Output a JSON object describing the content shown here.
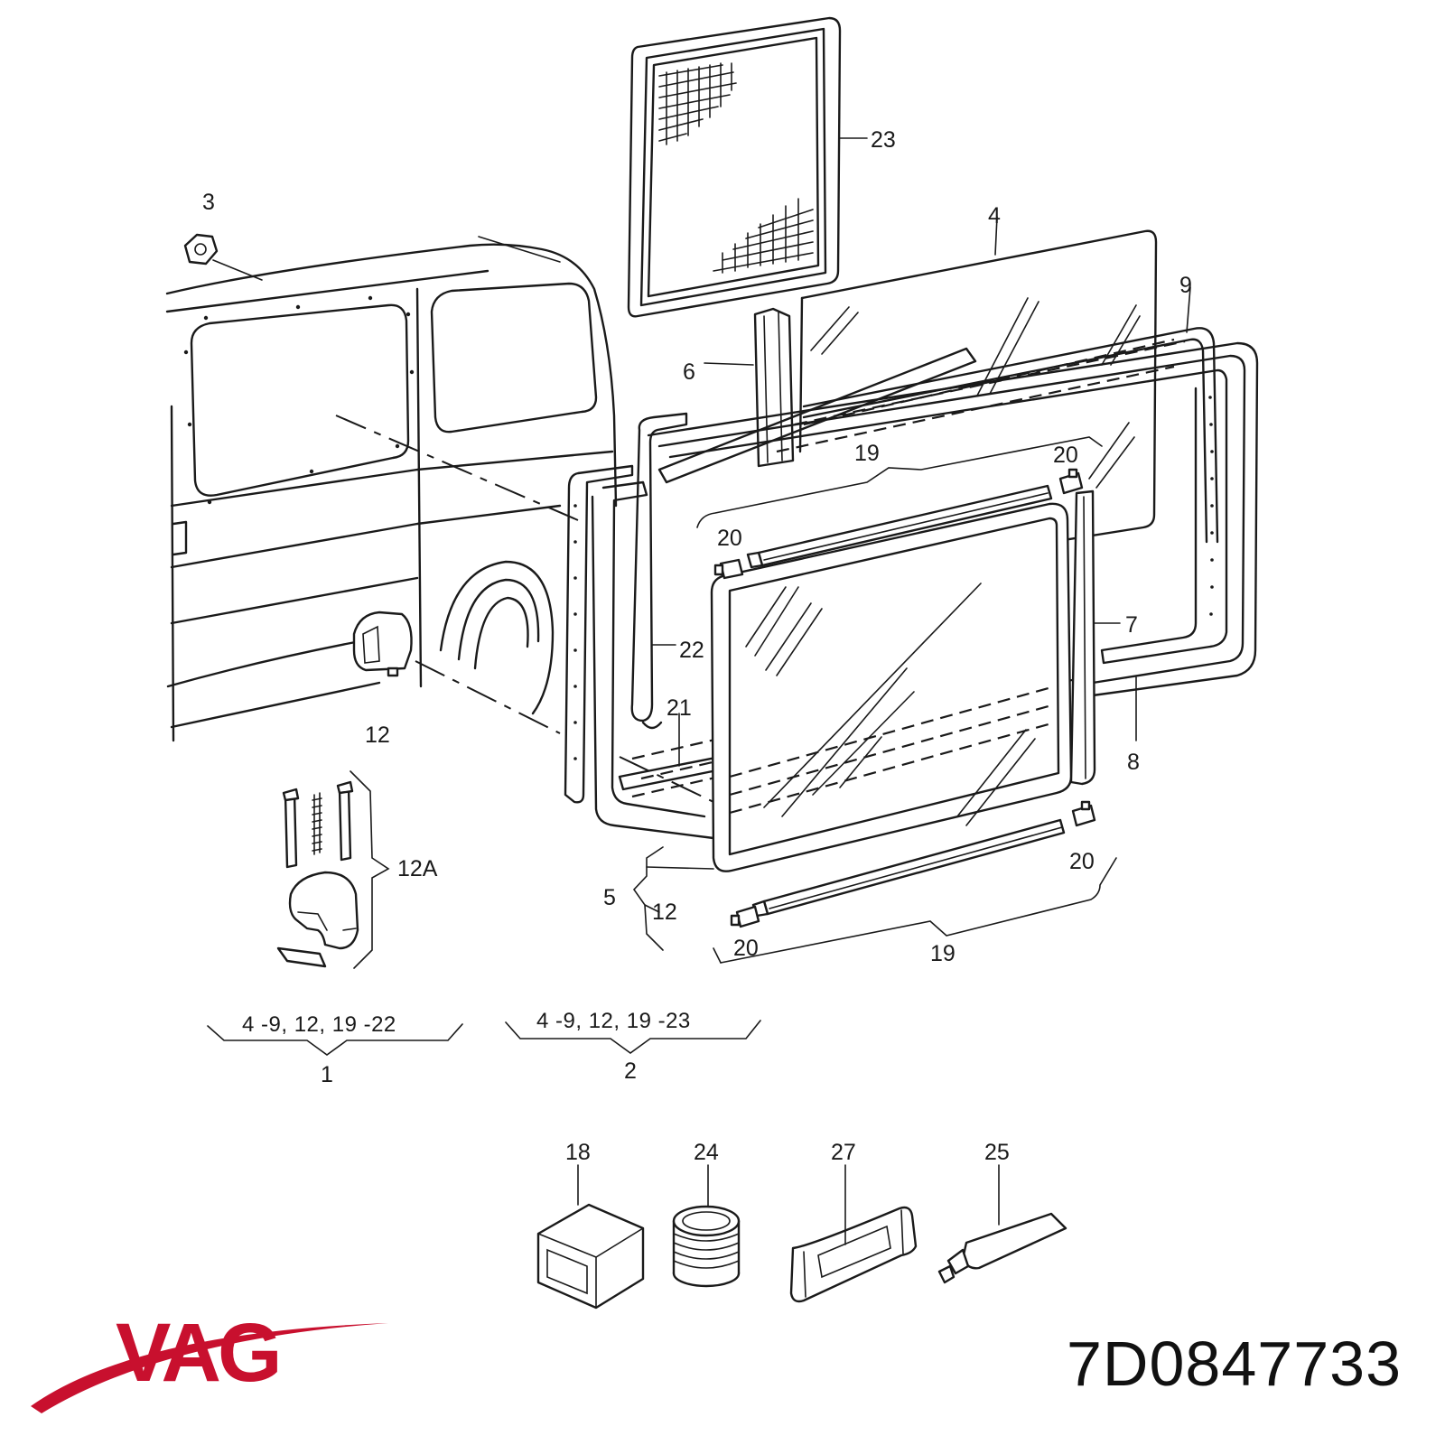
{
  "brand": {
    "name": "VAG",
    "color": "#c8102e"
  },
  "part_number": "7D0847733",
  "callouts": {
    "c23": "23",
    "c3": "3",
    "c4": "4",
    "c9": "9",
    "c6": "6",
    "c19_top": "19",
    "c20_top_right": "20",
    "c20_left": "20",
    "c7": "7",
    "c22": "22",
    "c21": "21",
    "c12_lamp": "12",
    "c8": "8",
    "c12a": "12A",
    "c20_bottom_right": "20",
    "c5": "5",
    "c12_group": "12",
    "c20_bottom_left": "20",
    "c19_bottom": "19",
    "c18": "18",
    "c24": "24",
    "c27": "27",
    "c25": "25"
  },
  "assemblies": [
    {
      "range": "4 -9,  12, 19 -22",
      "number": "1"
    },
    {
      "range": "4 -9,  12, 19 -23",
      "number": "2"
    }
  ]
}
